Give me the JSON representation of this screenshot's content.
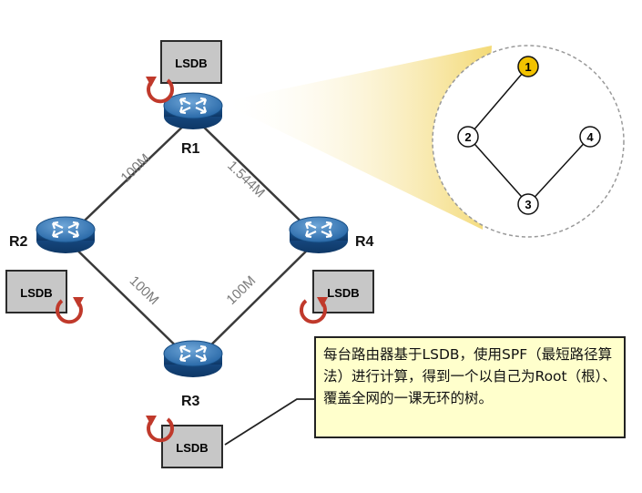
{
  "routers": [
    {
      "id": "r1",
      "label": "R1"
    },
    {
      "id": "r2",
      "label": "R2"
    },
    {
      "id": "r3",
      "label": "R3"
    },
    {
      "id": "r4",
      "label": "R4"
    }
  ],
  "links": [
    {
      "from": "R1",
      "to": "R2",
      "label": "100M"
    },
    {
      "from": "R1",
      "to": "R4",
      "label": "1.544M"
    },
    {
      "from": "R2",
      "to": "R3",
      "label": "100M"
    },
    {
      "from": "R4",
      "to": "R3",
      "label": "100M"
    }
  ],
  "lsdb_label": "LSDB",
  "spf_tree": {
    "nodes": [
      "1",
      "2",
      "3",
      "4"
    ],
    "edges": [
      [
        "1",
        "2"
      ],
      [
        "2",
        "3"
      ],
      [
        "3",
        "4"
      ]
    ],
    "root": "1",
    "root_color": "#f2c200"
  },
  "note": "每台路由器基于LSDB，使用SPF（最短路径算法）进行计算，得到一个以自己为Root（根）、覆盖全网的一课无环的树。",
  "colors": {
    "router_body": "#1e5fa0",
    "lsdb_fill": "#c7c7c7",
    "refresh_arrow": "#c0392b",
    "note_fill": "#ffffcc",
    "spotlight": "#f3d870"
  }
}
